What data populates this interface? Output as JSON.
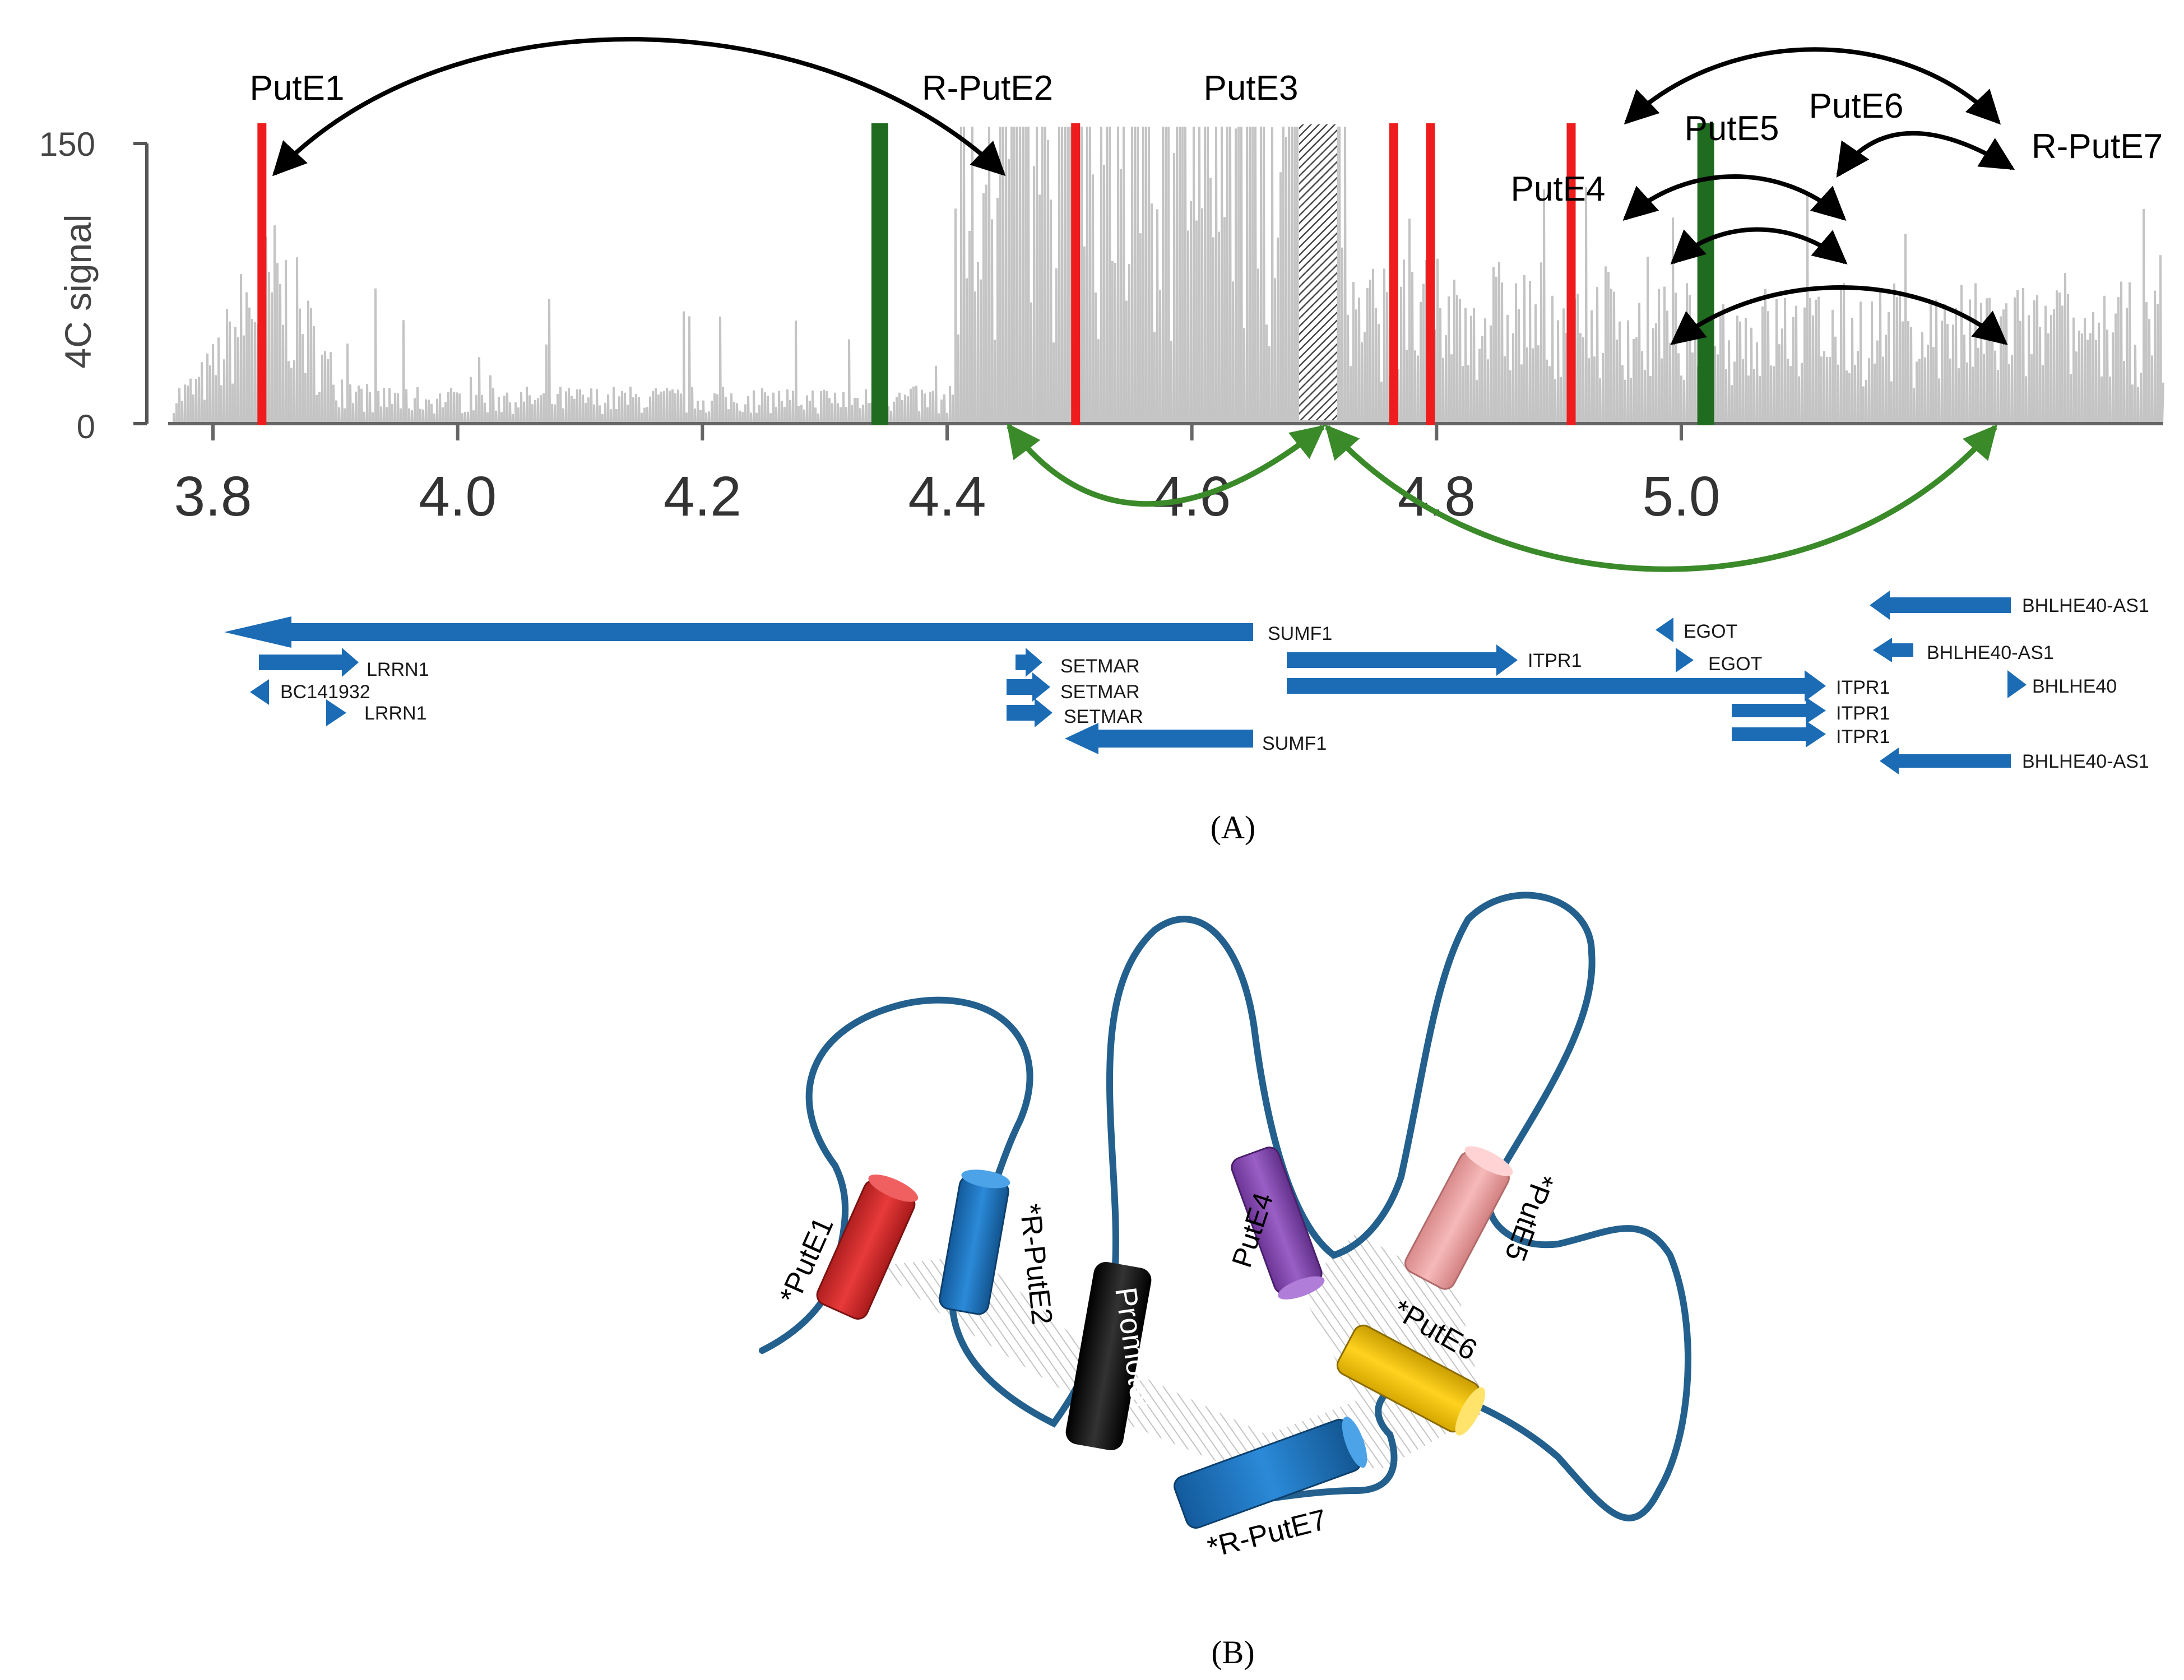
{
  "panel_a": {
    "label": "(A)",
    "y_axis_title": "4C signal",
    "y_ticks": [
      "150",
      "0"
    ],
    "x_ticks": [
      "3.8",
      "4.0",
      "4.2",
      "4.4",
      "4.6",
      "4.8",
      "5.0"
    ],
    "elements": [
      {
        "name": "PutE1",
        "pos": 3.84,
        "kind": "red"
      },
      {
        "name": "R-PutE2",
        "pos": 4.345,
        "kind": "green"
      },
      {
        "name": "PutE3",
        "pos": 4.505,
        "kind": "red"
      },
      {
        "name": "PutE4",
        "pos": 4.765,
        "kind": "red"
      },
      {
        "name": "PutE5",
        "pos": 4.795,
        "kind": "red"
      },
      {
        "name": "PutE6",
        "pos": 4.91,
        "kind": "red"
      },
      {
        "name": "R-PutE7",
        "pos": 5.02,
        "kind": "green"
      }
    ],
    "genes": [
      "SUMF1",
      "LRRN1",
      "BC141932",
      "LRRN1",
      "SETMAR",
      "SETMAR",
      "SETMAR",
      "SUMF1",
      "ITPR1",
      "EGOT",
      "EGOT",
      "ITPR1",
      "ITPR1",
      "ITPR1",
      "BHLHE40-AS1",
      "BHLHE40-AS1",
      "BHLHE40",
      "BHLHE40-AS1"
    ]
  },
  "panel_b": {
    "label": "(B)",
    "blocks": [
      "*PutE1",
      "*R-PutE2",
      "Promoter",
      "PutE4",
      "*PutE5",
      "*PutE6",
      "*R-PutE7"
    ]
  },
  "colors": {
    "signal": "#c4c4c4",
    "enhancer_red": "#ee1c1c",
    "enhancer_green": "#1f6b1f",
    "arrow_black": "#000000",
    "arrow_green": "#3a8a2a",
    "gene_blue": "#1b6cb5",
    "chromatin": "#23608e",
    "block_red": "#d93030",
    "block_blue": "#1e78c8",
    "block_black": "#1c1c1c",
    "block_purple": "#8a4bb5",
    "block_pink": "#f0a4a4",
    "block_yellow": "#f2c300"
  }
}
